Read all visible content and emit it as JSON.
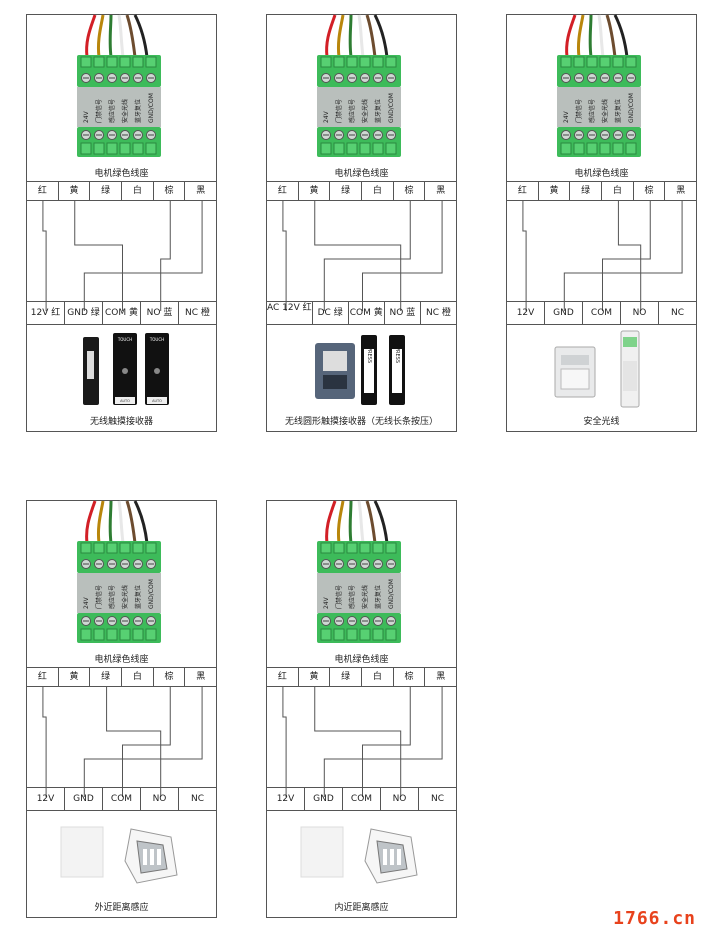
{
  "seat_label": "电机绿色线座",
  "terminal_labels": [
    "24V",
    "门禁信号",
    "感应信号",
    "安全光线",
    "蓝牙复位",
    "GND/COM"
  ],
  "wire_colors": [
    "红",
    "黄",
    "绿",
    "白",
    "棕",
    "黑"
  ],
  "wire_hex": [
    "#d21f26",
    "#b8860b",
    "#2e7d32",
    "#e8e8e8",
    "#6d4c2f",
    "#222222"
  ],
  "panels": [
    {
      "terminals": [
        "12V 红",
        "GND 绿",
        "COM 黄",
        "NO 蓝",
        "NC 橙"
      ],
      "device_label": "无线触摸接收器",
      "device_texts": [
        "TOUCH",
        "TOUCH",
        "AUTO",
        "AUTO"
      ]
    },
    {
      "terminals": [
        "AC 12V 红",
        "DC 绿",
        "COM 黄",
        "NO 蓝",
        "NC 橙"
      ],
      "device_label": "无线圆形触摸接收器（无线长条按压）",
      "device_texts": [
        "PRESS",
        "PRESS",
        "AUTO",
        "AUTO"
      ]
    },
    {
      "terminals": [
        "12V",
        "GND",
        "COM",
        "NO",
        "NC"
      ],
      "device_label": "安全光线"
    },
    {
      "terminals": [
        "12V",
        "GND",
        "COM",
        "NO",
        "NC"
      ],
      "device_label": "外近距离感应"
    },
    {
      "terminals": [
        "12V",
        "GND",
        "COM",
        "NO",
        "NC"
      ],
      "device_label": "内近距离感应"
    }
  ],
  "watermark": "1766.cn"
}
